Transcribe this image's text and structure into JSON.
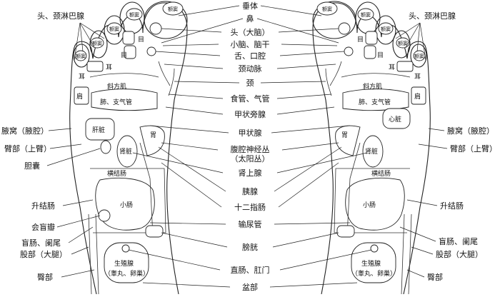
{
  "center_labels": {
    "pituitary": "垂体",
    "nose": "鼻",
    "head_brain": "头（大脑）",
    "cerebellum": "小脑、脑干",
    "tongue_mouth": "舌、口腔",
    "carotid": "颈动脉",
    "neck": "颈",
    "esophagus": "食管、气管",
    "parathyroid": "甲状旁腺",
    "thyroid": "甲状腺",
    "celiac_1": "腹腔神经丛",
    "celiac_2": "（太阳丛）",
    "adrenal": "肾上腺",
    "pancreas": "胰腺",
    "duodenum": "十二指肠",
    "ureter": "输尿管",
    "bladder": "膀胱",
    "rectum": "直肠、肛门",
    "pelvis": "盆部"
  },
  "left_labels": {
    "head_lymph": "头、颈淋巴腺",
    "armpit": "腋窝（腋腔）",
    "upper_arm": "臂部（上臂）",
    "gallbladder": "胆囊",
    "ascending_colon": "升结肠",
    "ileocecal": "会盲瓣",
    "cecum": "盲肠、阑尾",
    "thigh": "股部（大腿）",
    "hip": "臀部"
  },
  "right_labels": {
    "head_lymph": "头、颈淋巴腺",
    "armpit": "腋窝（腋腔）",
    "upper_arm": "臂部（上臂）",
    "descending_colon": "升结肠",
    "cecum": "盲肠、阑尾",
    "thigh": "股部（大腿）",
    "hip": "臀部"
  },
  "foot_labels": {
    "sinus": "额窦",
    "eye": "目",
    "ear": "耳",
    "shoulder": "肩",
    "trapezius": "斜方肌",
    "lung": "肺、支气管",
    "liver": "肝脏",
    "heart": "心脏",
    "stomach": "胃",
    "kidney": "肾脏",
    "transverse_colon": "横结肠",
    "small_intestine": "小肠",
    "reproductive_1": "生殖腺",
    "reproductive_2_left": "（睾丸、卵巢）",
    "reproductive_2_right": "（睾丸、卵巢）"
  }
}
